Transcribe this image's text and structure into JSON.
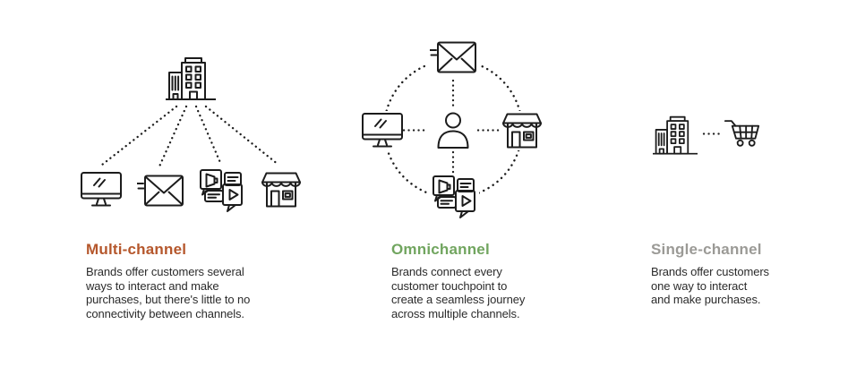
{
  "page": {
    "background_color": "#ffffff",
    "body_text_color": "#2b2b2b",
    "icon_stroke_color": "#1c1c1c",
    "connector_style": "dotted"
  },
  "sections": {
    "multi": {
      "title": "Multi-channel",
      "title_color": "#b5572c",
      "description": "Brands offer customers several\nways to interact and make\npurchases, but there's little to no\nconnectivity between channels.",
      "diagram": "brand building fans out with dotted lines to four separate channels",
      "icons": [
        "office-building-icon",
        "computer-monitor-icon",
        "email-icon",
        "social-media-icon",
        "storefront-icon"
      ]
    },
    "omni": {
      "title": "Omnichannel",
      "title_color": "#71a55f",
      "description": "Brands connect every\ncustomer touchpoint to\ncreate a seamless journey\nacross multiple channels.",
      "diagram": "customer at center of dotted circle connected to four channels",
      "icons": [
        "email-icon",
        "computer-monitor-icon",
        "person-icon",
        "storefront-icon",
        "social-media-icon"
      ]
    },
    "single": {
      "title": "Single-channel",
      "title_color": "#9b9a96",
      "description": "Brands offer customers\none way to interact\nand make purchases.",
      "diagram": "brand building connected by one dotted line to shopping cart",
      "icons": [
        "office-building-icon",
        "shopping-cart-icon"
      ]
    }
  }
}
